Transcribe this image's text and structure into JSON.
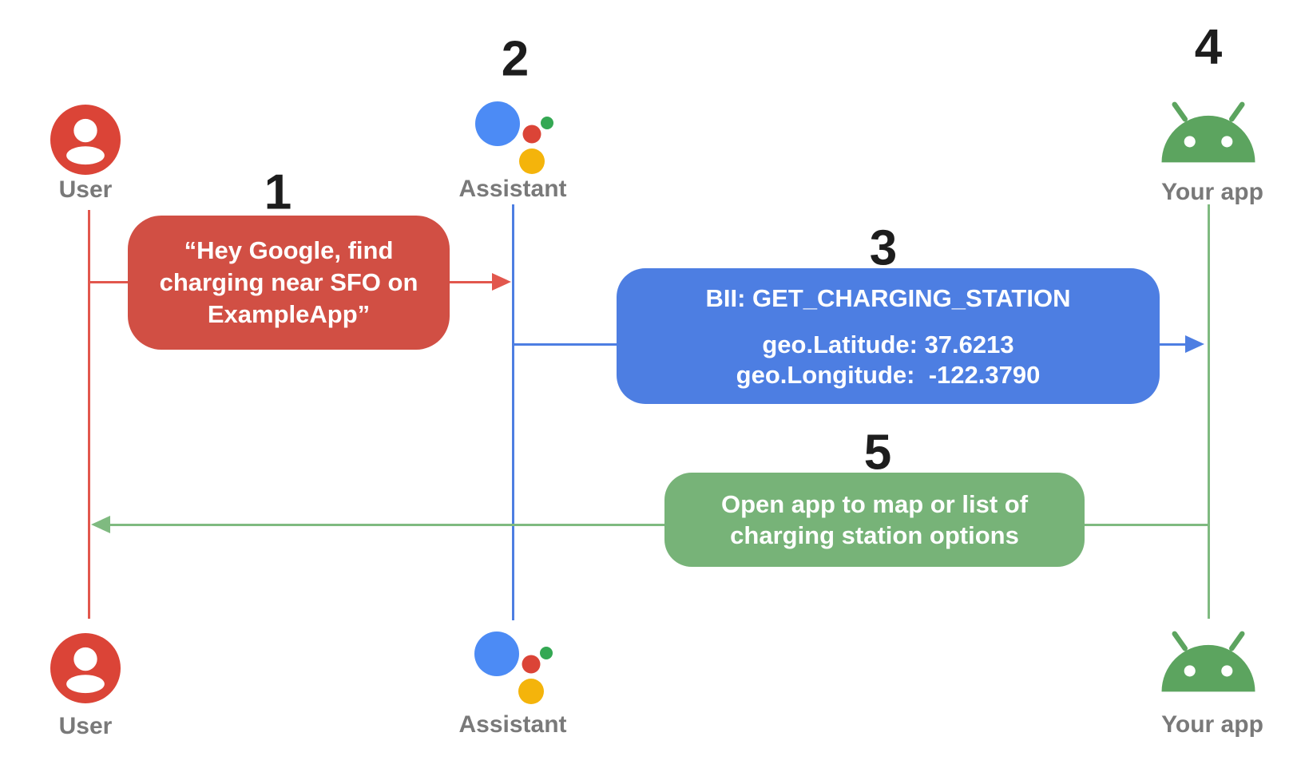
{
  "diagram": {
    "actors": {
      "user_top": "User",
      "assistant_top": "Assistant",
      "app_top": "Your app",
      "user_bottom": "User",
      "assistant_bottom": "Assistant",
      "app_bottom": "Your app"
    },
    "steps": {
      "n1": "1",
      "n2": "2",
      "n3": "3",
      "n4": "4",
      "n5": "5"
    },
    "messages": {
      "user_query": {
        "lines": [
          "“Hey Google, find",
          "charging near SFO on",
          "ExampleApp”"
        ]
      },
      "bii": {
        "title": "BII: GET_CHARGING_STATION",
        "params": [
          "geo.Latitude: 37.6213",
          "geo.Longitude:  -122.3790"
        ]
      },
      "open_app": {
        "lines": [
          "Open app to map or list of",
          "charging station options"
        ]
      }
    },
    "colors": {
      "user_icon_red": "#DB4437",
      "user_bubble_red": "#D14F44",
      "user_line_red": "#E2574D",
      "bii_box_blue": "#4D7EE2",
      "assistant_logo_blue": "#4C8BF5",
      "assistant_logo_red": "#DB4437",
      "assistant_logo_yellow": "#F4B40B",
      "assistant_logo_green": "#34A853",
      "open_box_green": "#77B378",
      "app_line_green": "#7FBA80",
      "android_green": "#5CA45F",
      "label_gray": "#797979",
      "number_black": "#1D1D1D"
    }
  }
}
